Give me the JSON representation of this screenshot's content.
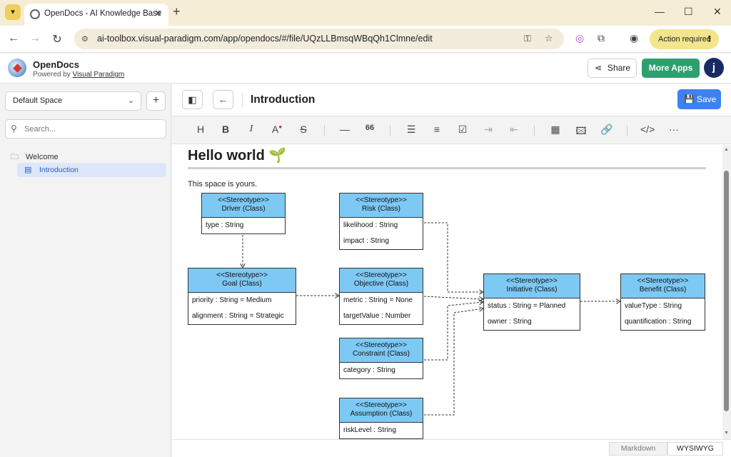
{
  "browser": {
    "tab_title": "OpenDocs - AI Knowledge Base",
    "url": "ai-toolbox.visual-paradigm.com/app/opendocs/#/file/UQzLLBmsqWBqQh1Clmne/edit",
    "action_required": "Action required"
  },
  "header": {
    "app_name": "OpenDocs",
    "powered_prefix": "Powered by ",
    "powered_link": "Visual Paradigm",
    "share": "Share",
    "more_apps": "More Apps",
    "avatar_letter": "j"
  },
  "sidebar": {
    "space": "Default Space",
    "search_placeholder": "Search...",
    "folder": "Welcome",
    "page": "Introduction"
  },
  "doc": {
    "title": "Introduction",
    "save": "Save",
    "heading": "Hello world 🌱",
    "body": "This space is yours."
  },
  "toolbar": {
    "code_label": "66"
  },
  "diagram": {
    "classes": [
      {
        "id": "driver",
        "stereotype": "<<Stereotype>>",
        "name": "Driver (Class)",
        "attrs": [
          "type : String"
        ]
      },
      {
        "id": "risk",
        "stereotype": "<<Stereotype>>",
        "name": "Risk (Class)",
        "attrs": [
          "likelihood : String",
          "impact : String"
        ]
      },
      {
        "id": "goal",
        "stereotype": "<<Stereotype>>",
        "name": "Goal (Class)",
        "attrs": [
          "priority : String = Medium",
          "alignment : String = Strategic"
        ]
      },
      {
        "id": "objective",
        "stereotype": "<<Stereotype>>",
        "name": "Objective (Class)",
        "attrs": [
          "metric : String = None",
          "targetValue : Number"
        ]
      },
      {
        "id": "initiative",
        "stereotype": "<<Stereotype>>",
        "name": "Initiative (Class)",
        "attrs": [
          "status : String = Planned",
          "owner : String"
        ]
      },
      {
        "id": "benefit",
        "stereotype": "<<Stereotype>>",
        "name": "Benefit (Class)",
        "attrs": [
          "valueType : String",
          "quantification : String"
        ]
      },
      {
        "id": "constraint",
        "stereotype": "<<Stereotype>>",
        "name": "Constraint (Class)",
        "attrs": [
          "category : String"
        ]
      },
      {
        "id": "assumption",
        "stereotype": "<<Stereotype>>",
        "name": "Assumption (Class)",
        "attrs": [
          "riskLevel : String"
        ]
      }
    ]
  },
  "footer": {
    "markdown": "Markdown",
    "wysiwyg": "WYSIWYG"
  }
}
